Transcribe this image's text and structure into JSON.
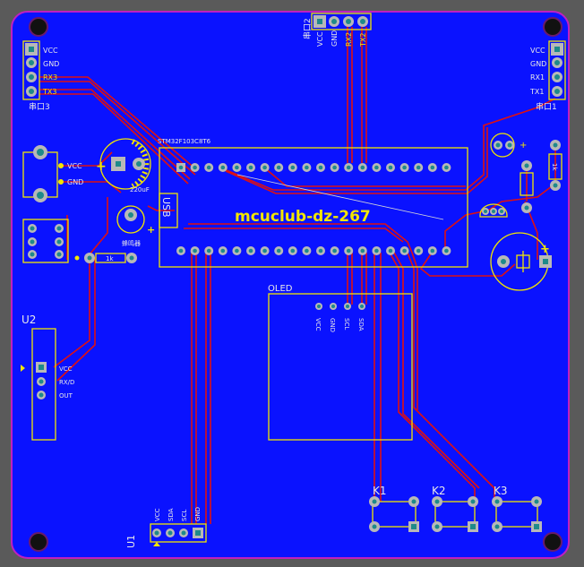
{
  "board": {
    "bg": "#5a5a5a",
    "copper": "#0a12ff",
    "outline": "#c020c0",
    "silk": "#f2e600",
    "trace": "#e01010"
  },
  "labels": {
    "title": "mcuclub-dz-267",
    "oled": "OLED",
    "u2": "U2",
    "u1": "U1",
    "k1": "K1",
    "k2": "K2",
    "k3": "K3",
    "usb": "USB",
    "plus": "+",
    "cap": "220uF",
    "res": "1k",
    "stm": "STM32F103C8T6",
    "p3": "串口3",
    "p2": "串口2",
    "p1": "串口1",
    "buzzer": "蜂鸣器"
  },
  "p3_pins": [
    "VCC",
    "GND",
    "RX3",
    "TX3"
  ],
  "p1_pins": [
    "VCC",
    "GND",
    "RX1",
    "TX1"
  ],
  "p2_pins": [
    "VCC",
    "GND",
    "RX2",
    "TX2"
  ],
  "pwr_pins": [
    "VCC",
    "GND"
  ],
  "oled_pins": [
    "SCL",
    "SDA",
    "GND",
    "VCC"
  ],
  "u2_pins": [
    "VCC",
    "RX/D",
    "OUT"
  ],
  "u1_pins": [
    "VCC",
    "SDA",
    "SCL",
    "GND"
  ]
}
